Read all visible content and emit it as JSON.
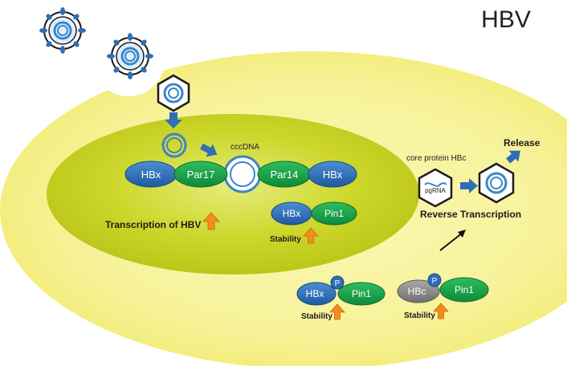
{
  "title": "HBV",
  "colors": {
    "cell_yellow": "#f4f08a",
    "nucleus_center": "#c8d21a",
    "protein_blue": "#2f6fb7",
    "protein_green": "#14a24a",
    "protein_gray": "#8a8a8a",
    "arrow_blue": "#2f6fb7",
    "arrow_orange": "#f28c1e",
    "ring_blue": "#3a86c8"
  },
  "proteins": {
    "hbx_left": "HBx",
    "par17": "Par17",
    "par14": "Par14",
    "hbx_right": "HBx",
    "hbx_pin1": "HBx",
    "pin1_nuc": "Pin1",
    "hbx_p": "HBx",
    "pin1_a": "Pin1",
    "hbc_p": "HBc",
    "pin1_b": "Pin1",
    "phospho_a": "P",
    "phospho_b": "P"
  },
  "labels": {
    "cccdna": "cccDNA",
    "transcription": "Transcription of HBV",
    "stability_nuc": "Stability",
    "stability_a": "Stability",
    "stability_b": "Stability",
    "core_protein": "core protein HBc",
    "pgrna": "pgRNA",
    "reverse_transcription": "Reverse Transcription",
    "release": "Release"
  },
  "icons": {
    "virion": "hbv-virion-icon",
    "capsid": "hexagon-capsid-icon",
    "up_arrow": "orange-up-arrow-icon"
  }
}
